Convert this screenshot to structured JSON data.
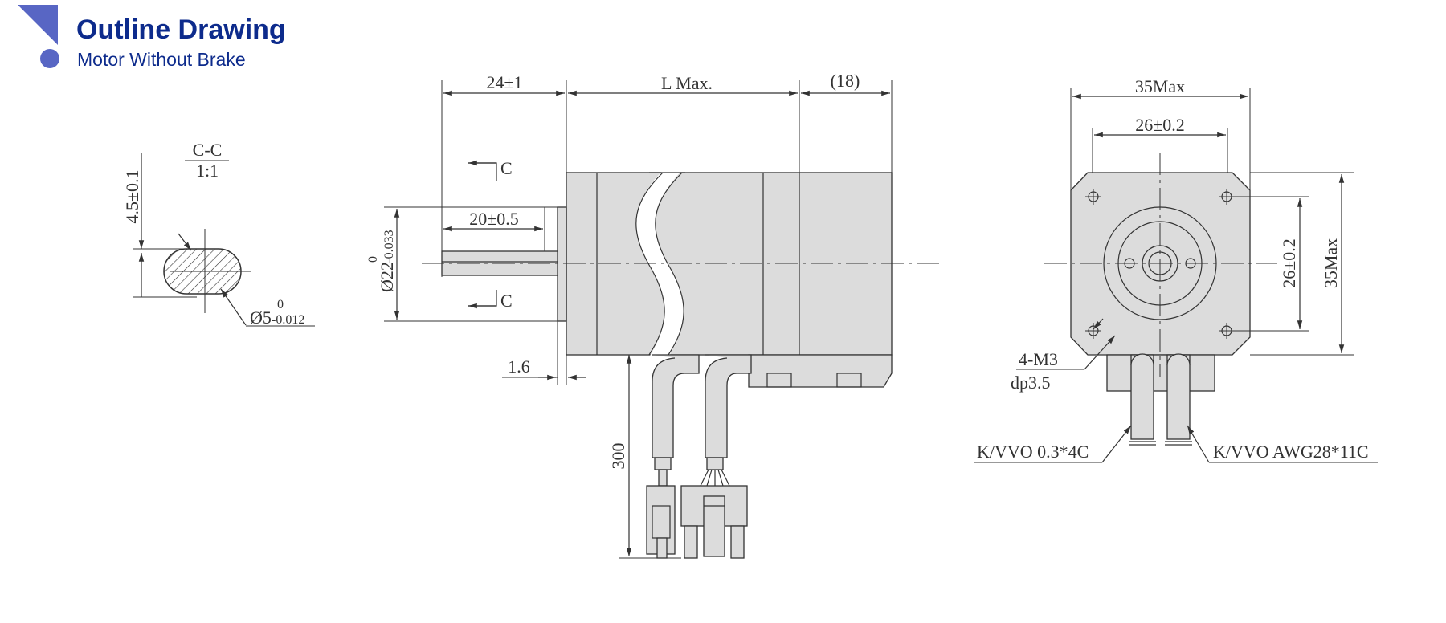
{
  "header": {
    "title": "Outline Drawing",
    "subtitle": "Motor Without Brake",
    "accent_color": "#5866c4",
    "title_color": "#0d2b8c"
  },
  "section_view": {
    "label": "C-C",
    "scale": "1:1",
    "flat_dim": "4.5±0.1",
    "shaft_dia": "Ø5",
    "shaft_tol_upper": "0",
    "shaft_tol_lower": "-0.012"
  },
  "side_view": {
    "shaft_len": "24±1",
    "body_len": "L Max.",
    "rear_len": "(18)",
    "flat_len": "20±0.5",
    "section_mark_1": "C",
    "section_mark_2": "C",
    "flange_dia": "Ø22",
    "flange_tol_upper": "0",
    "flange_tol_lower": "-0.033",
    "flange_thk": "1.6",
    "cable_len": "300"
  },
  "front_view": {
    "width_max": "35Max",
    "hole_pitch_h": "26±0.2",
    "hole_pitch_v": "26±0.2",
    "height_max": "35Max",
    "thread": "4-M3",
    "thread_depth": "dp3.5",
    "cable_1": "K/VVO 0.3*4C",
    "cable_2": "K/VVO AWG28*11C"
  }
}
